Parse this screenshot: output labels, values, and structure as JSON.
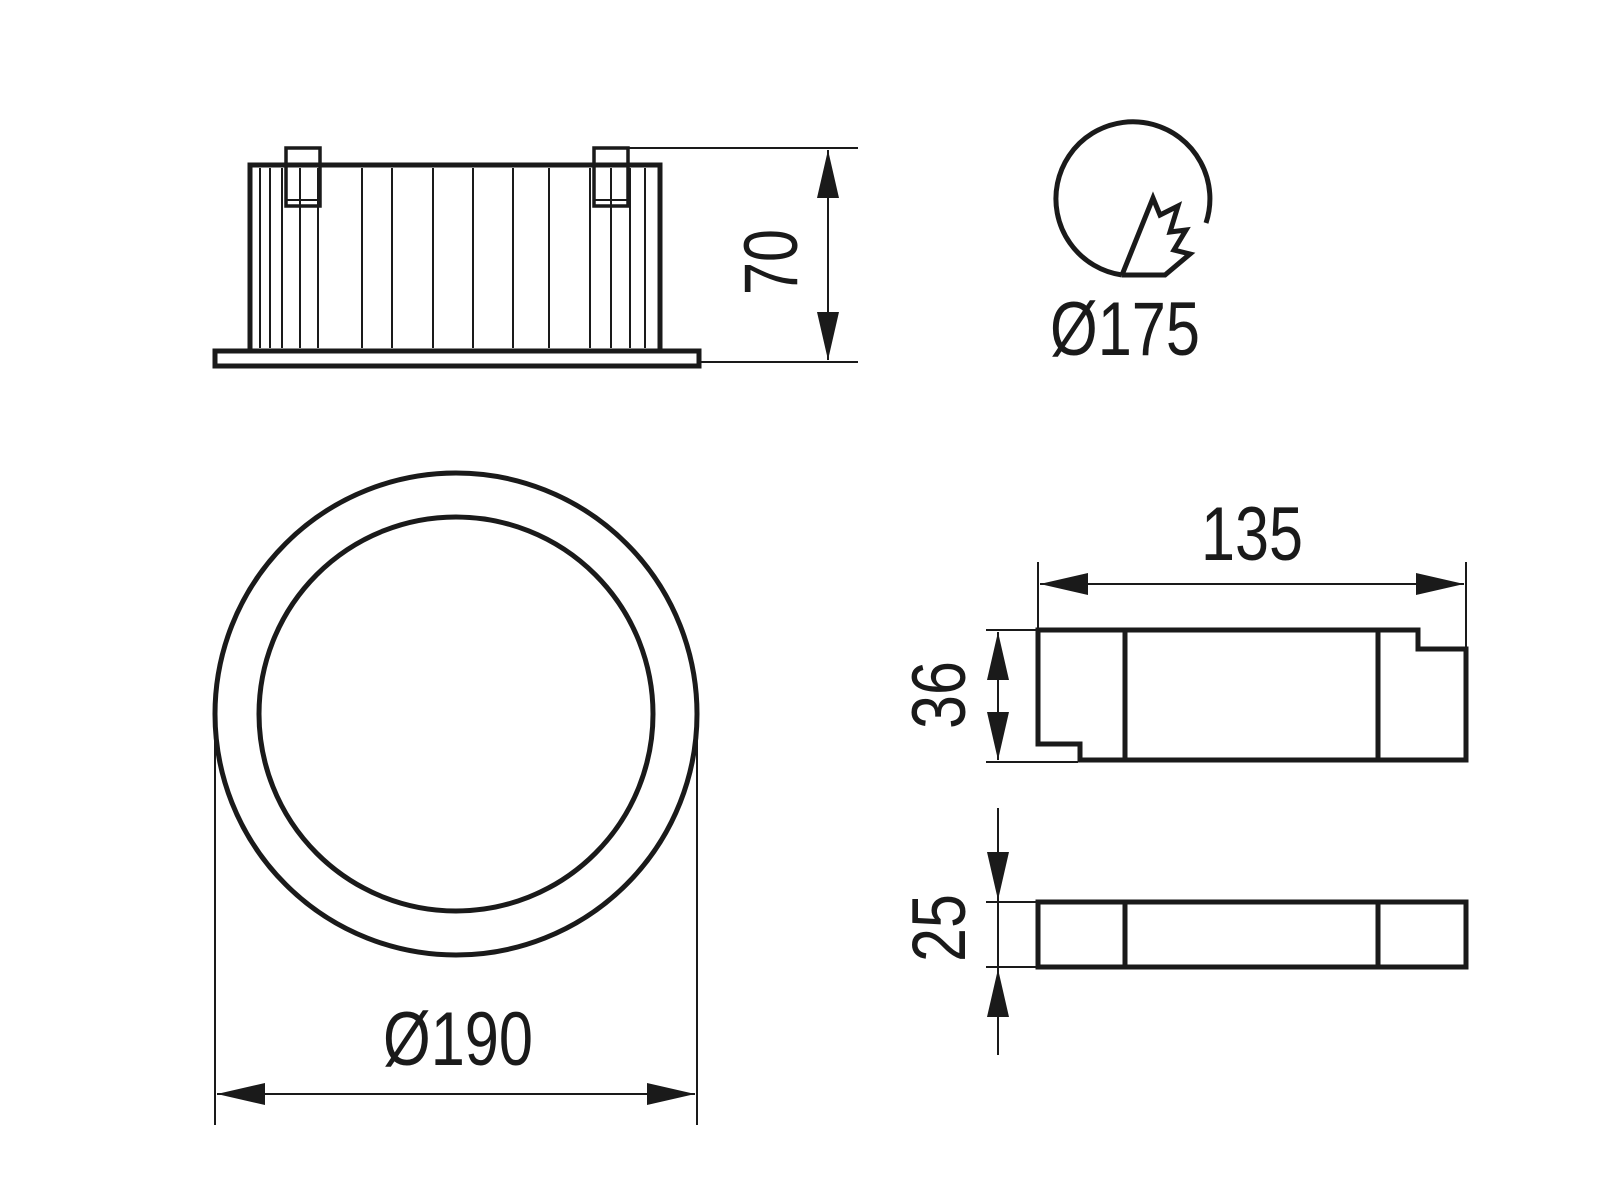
{
  "colors": {
    "line": "#1a1a1a",
    "background": "#ffffff"
  },
  "dimensions": {
    "housing_height": "70",
    "cutout_diameter": "Ø175",
    "outer_diameter": "Ø190",
    "driver_length": "135",
    "driver_height": "36",
    "driver_width": "25"
  }
}
